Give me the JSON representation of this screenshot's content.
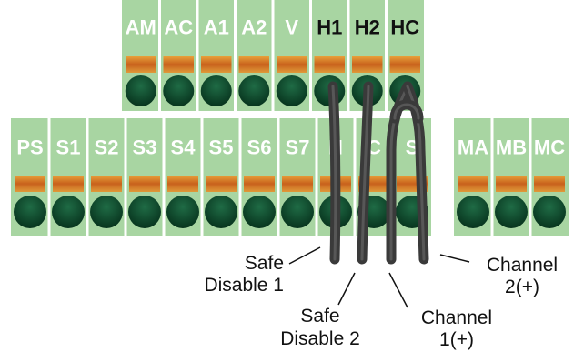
{
  "top_block": {
    "terminals": [
      {
        "label": "AM",
        "dark": false
      },
      {
        "label": "AC",
        "dark": false
      },
      {
        "label": "A1",
        "dark": false
      },
      {
        "label": "A2",
        "dark": false
      },
      {
        "label": "V",
        "dark": false
      },
      {
        "label": "H1",
        "dark": true
      },
      {
        "label": "H2",
        "dark": true
      },
      {
        "label": "HC",
        "dark": true
      }
    ]
  },
  "middle_block": {
    "terminals": [
      {
        "label": "PS",
        "dark": false
      },
      {
        "label": "S1",
        "dark": false
      },
      {
        "label": "S2",
        "dark": false
      },
      {
        "label": "S3",
        "dark": false
      },
      {
        "label": "S4",
        "dark": false
      },
      {
        "label": "S5",
        "dark": false
      },
      {
        "label": "S6",
        "dark": false
      },
      {
        "label": "S7",
        "dark": false
      },
      {
        "label": "N",
        "dark": false
      },
      {
        "label": "C",
        "dark": false
      },
      {
        "label": "S",
        "dark": false
      }
    ]
  },
  "relay_block": {
    "terminals": [
      {
        "label": "MA",
        "dark": false
      },
      {
        "label": "MB",
        "dark": false
      },
      {
        "label": "MC",
        "dark": false
      }
    ]
  },
  "callouts": {
    "safe_disable_1": [
      "Safe",
      "Disable 1"
    ],
    "safe_disable_2": [
      "Safe",
      "Disable 2"
    ],
    "channel_1": [
      "Channel",
      "1(+)"
    ],
    "channel_2": [
      "Channel",
      "2(+)"
    ]
  },
  "colors": {
    "block_green": "#a8d5a2",
    "block_green_dark": "#8fc489",
    "slot_orange": "#d2691e",
    "slot_yellow": "#e8a13a",
    "screw_green": "#0b3d24",
    "wire": "#3a3a3a"
  }
}
